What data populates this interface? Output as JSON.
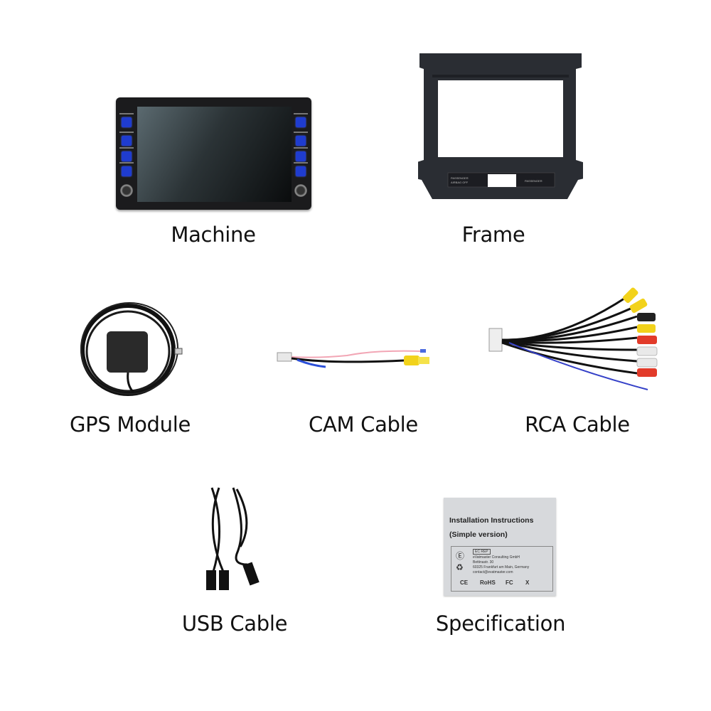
{
  "items": [
    {
      "id": "machine",
      "label": "Machine"
    },
    {
      "id": "frame",
      "label": "Frame"
    },
    {
      "id": "gps",
      "label": "GPS Module"
    },
    {
      "id": "cam",
      "label": "CAM Cable"
    },
    {
      "id": "rca",
      "label": "RCA Cable"
    },
    {
      "id": "usb",
      "label": "USB Cable"
    },
    {
      "id": "spec",
      "label": "Specification"
    }
  ],
  "spec_card": {
    "title_line1": "Installation Instructions",
    "title_line2": "(Simple version)",
    "ec_rep": "EC REP",
    "company": "eVatmaster Consulting GmbH",
    "street": "Bettinastr. 30",
    "city": "60325 Frankfurt am Main, Germany",
    "email": "contact@evatmaster.com",
    "marks": [
      "CE",
      "RoHS",
      "FC",
      "X"
    ]
  },
  "frame_panel": {
    "left_text": "PASSENGER AIRBAG OFF",
    "right_text": "PASSENGER"
  },
  "colors": {
    "background": "#ffffff",
    "button_glow": "#1f3ccf",
    "rca_yellow": "#f2d21b",
    "rca_red": "#e23b2a",
    "rca_white": "#e9e9e9",
    "rca_black": "#222222"
  }
}
